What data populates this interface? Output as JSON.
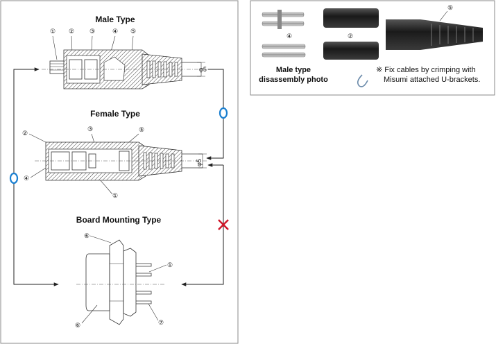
{
  "titles": {
    "male": "Male Type",
    "female": "Female Type",
    "board": "Board Mounting Type"
  },
  "part_numbers": {
    "n1": "①",
    "n2": "②",
    "n3": "③",
    "n4": "④",
    "n5": "⑤",
    "n6": "⑥",
    "n7": "⑦"
  },
  "dimensions": {
    "male_diameter": "φ5",
    "female_diameter": "φ5"
  },
  "compatibility": {
    "ok_symbol": "O",
    "ng_symbol": "X",
    "ok_color": "#1a7fd0",
    "ng_color": "#d0182a"
  },
  "photo_panel": {
    "caption_line1": "Male type",
    "caption_line2": "disassembly photo",
    "note_line1": "※ Fix cables by crimping with",
    "note_line2": "Misumi attached U-brackets."
  }
}
